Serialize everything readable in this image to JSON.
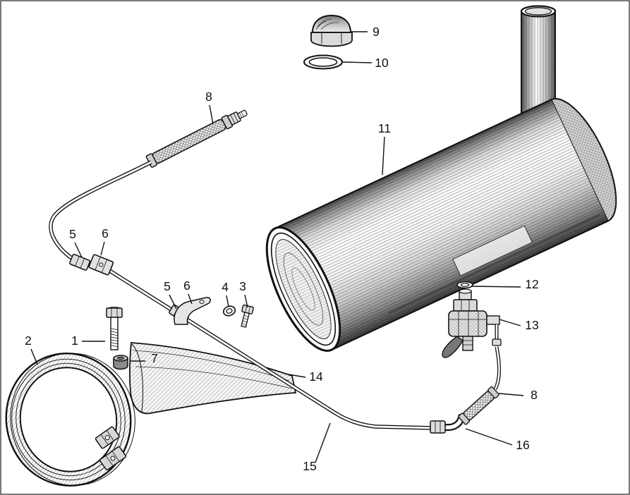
{
  "figure": {
    "kind": "exploded-parts-diagram",
    "background_color": "#ffffff",
    "ink_color": "#111111",
    "description": "Exploded line-art parts diagram of a silencer/tank assembly with fuel pipe, hoses, clamps and drain tap"
  },
  "callouts": [
    {
      "label": "9",
      "part": "dome-cap-nut"
    },
    {
      "label": "10",
      "part": "sealing-washer"
    },
    {
      "label": "8",
      "part": "flexible-hose-upper"
    },
    {
      "label": "11",
      "part": "silencer-body"
    },
    {
      "label": "5",
      "part": "union-nut-upper"
    },
    {
      "label": "6",
      "part": "pipe-fitting-upper"
    },
    {
      "label": "5",
      "part": "union-nut-mid"
    },
    {
      "label": "6",
      "part": "pipe-clip"
    },
    {
      "label": "4",
      "part": "washer"
    },
    {
      "label": "3",
      "part": "bolt-small"
    },
    {
      "label": "12",
      "part": "tap-washer"
    },
    {
      "label": "13",
      "part": "drain-tap"
    },
    {
      "label": "2",
      "part": "clamp-band"
    },
    {
      "label": "1",
      "part": "bolt"
    },
    {
      "label": "7",
      "part": "spacer-nut"
    },
    {
      "label": "14",
      "part": "heat-shield"
    },
    {
      "label": "8",
      "part": "flexible-hose-lower"
    },
    {
      "label": "16",
      "part": "elbow-union"
    },
    {
      "label": "15",
      "part": "pipe"
    }
  ]
}
